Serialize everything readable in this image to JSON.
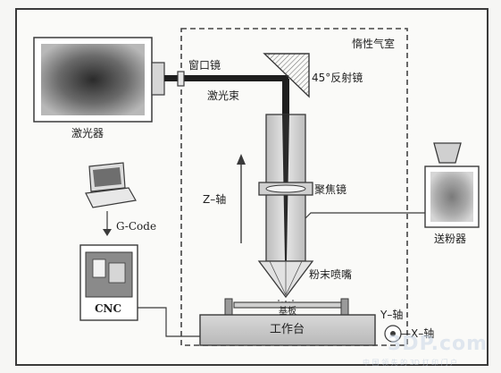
{
  "labels": {
    "inert_chamber": "惰性气室",
    "laser": "激光器",
    "window_mirror": "窗口镜",
    "reflector_45": "45°反射镜",
    "laser_beam": "激光束",
    "z_axis": "Z–轴",
    "focusing_lens": "聚焦镜",
    "powder_feeder": "送粉器",
    "gcode": "G-Code",
    "cnc": "CNC",
    "powder_nozzle": "粉末喷嘴",
    "substrate": "基板",
    "worktable": "工作台",
    "y_axis": "Y–轴",
    "x_axis": "—X–轴"
  },
  "watermark": {
    "brand": "3DP.com",
    "tagline": "中 国 领 先 的 3D 打 印 门 户"
  },
  "colors": {
    "border": "#3a3a3a",
    "chamber_dash": "#555555",
    "laser_gray_start": "#a8a8a8",
    "laser_gray_center": "#2a2a2a",
    "beam": "#1e1e1e",
    "dark_panel": "#6e6e6e"
  }
}
